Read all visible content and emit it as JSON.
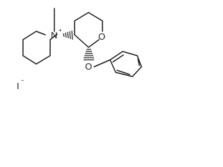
{
  "molecule": {
    "atoms": {
      "nitrogen": {
        "symbol": "N",
        "charge": "+"
      },
      "ring_oxygen": {
        "symbol": "O"
      },
      "ether_oxygen": {
        "symbol": "O"
      },
      "iodide": {
        "symbol": "I",
        "charge": "−"
      }
    },
    "colors": {
      "bond": "#1a1a1a",
      "label": "#1a1a1a",
      "background": "#ffffff"
    }
  }
}
